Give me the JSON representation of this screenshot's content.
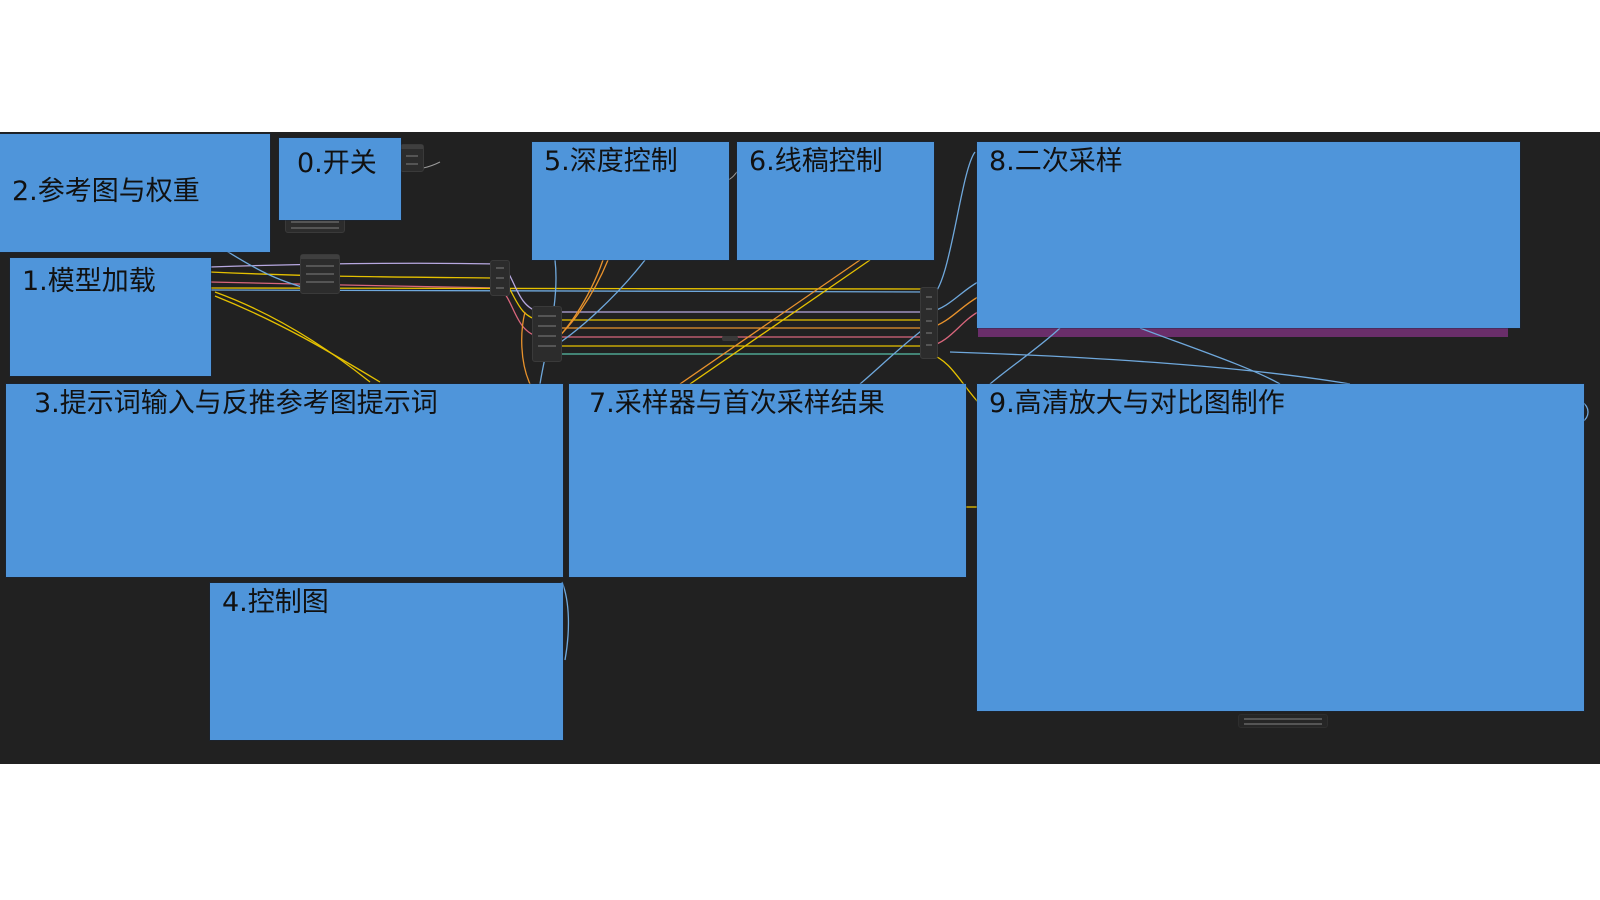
{
  "canvas": {
    "background": "#212121"
  },
  "groups": [
    {
      "id": "g2",
      "title": "2.参考图与权重"
    },
    {
      "id": "g0",
      "title": "0.开关"
    },
    {
      "id": "g1",
      "title": "1.模型加载"
    },
    {
      "id": "g5",
      "title": "5.深度控制"
    },
    {
      "id": "g6",
      "title": "6.线稿控制"
    },
    {
      "id": "g8",
      "title": "8.二次采样"
    },
    {
      "id": "g3",
      "title": "3.提示词输入与反推参考图提示词"
    },
    {
      "id": "g7",
      "title": "7.采样器与首次采样结果"
    },
    {
      "id": "g9",
      "title": "9.高清放大与对比图制作"
    },
    {
      "id": "g4",
      "title": "4.控制图"
    }
  ],
  "colors": {
    "group_fill": "#4f95da",
    "wire_blue": "#6fa8dc",
    "wire_yellow": "#e5c100",
    "wire_orange": "#e8922c",
    "wire_pink": "#d9667c",
    "wire_lavender": "#b7a8e0",
    "wire_teal": "#58c0a8",
    "purple_bar": "#6a2e6a"
  }
}
